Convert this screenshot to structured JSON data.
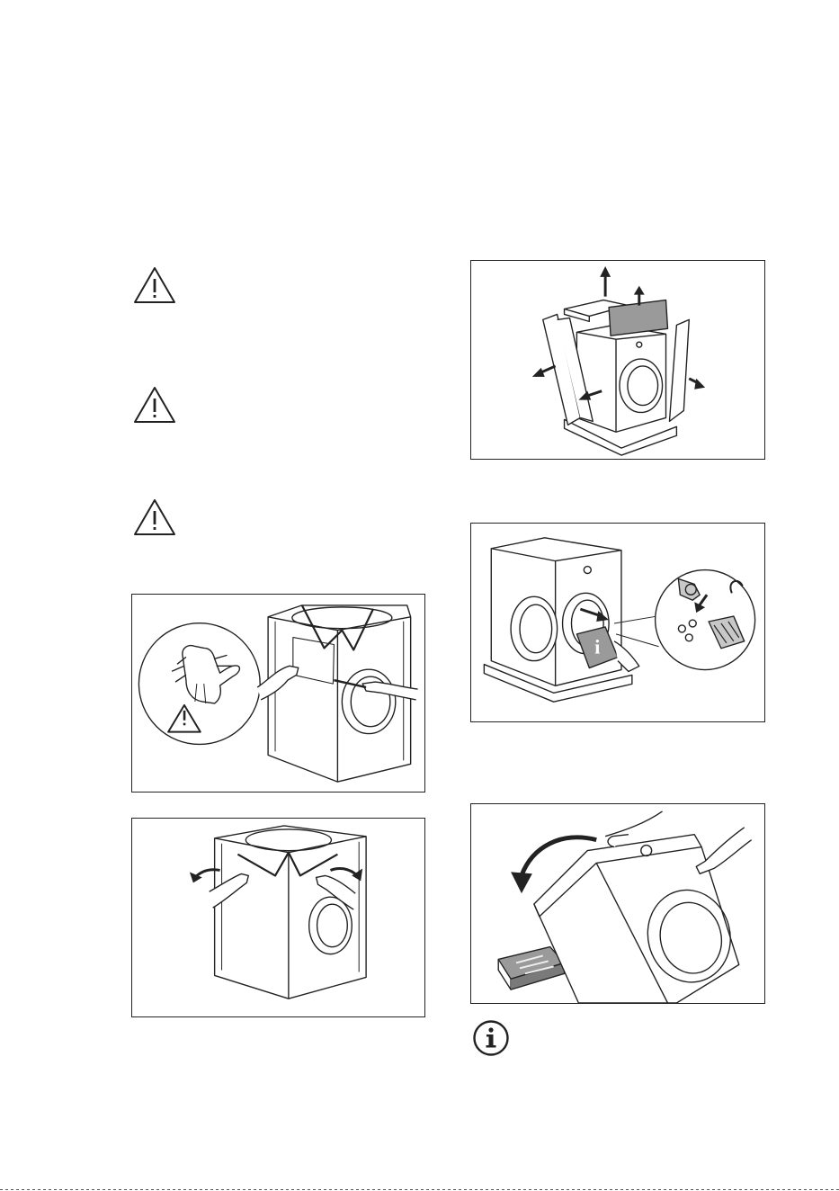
{
  "page": {
    "left_column": {
      "warnings": [
        {
          "icon": "warning-triangle-icon"
        },
        {
          "icon": "warning-triangle-icon"
        },
        {
          "icon": "warning-triangle-icon"
        }
      ],
      "figures": [
        {
          "name": "remove-foil-with-gloves-figure",
          "inset_icon": "glove-icon"
        },
        {
          "name": "fold-down-foil-figure"
        }
      ]
    },
    "right_column": {
      "figures": [
        {
          "name": "remove-packaging-figure"
        },
        {
          "name": "remove-accessories-figure",
          "manual_glyph": "i"
        },
        {
          "name": "tilt-appliance-back-figure"
        }
      ],
      "note": {
        "icon": "info-icon",
        "glyph": "i"
      }
    },
    "colors": {
      "line": "#222222",
      "fill_dark": "#9a9a9a",
      "fill_mid": "#c8c8c8"
    }
  }
}
